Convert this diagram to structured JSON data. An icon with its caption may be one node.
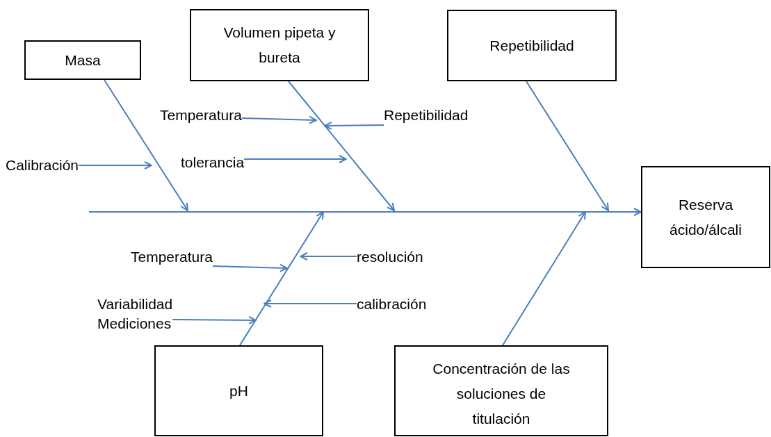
{
  "diagram": {
    "nodes": [
      {
        "text": [
          "Masa"
        ]
      },
      {
        "text": [
          "Volumen pipeta y bureta"
        ]
      },
      {
        "text": [
          "Repetibilidad"
        ]
      },
      {
        "text": [
          "Reserva ácido/álcali"
        ]
      },
      {
        "text": [
          "pH"
        ]
      },
      {
        "text": [
          "Concentración de las soluciones de titulación"
        ]
      },
      {
        "text": [
          "Calibración"
        ]
      },
      {
        "text": [
          "tolerancia"
        ]
      },
      {
        "text": [
          "Temperatura"
        ]
      },
      {
        "text": [
          "Repetibilidad"
        ]
      },
      {
        "text": [
          "Temperatura"
        ]
      },
      {
        "text": [
          "resolución"
        ]
      },
      {
        "text": [
          "Variabilidad Mediciones"
        ]
      },
      {
        "text": [
          "calibración"
        ]
      }
    ],
    "edges": [
      {
        "from": null,
        "to": 3,
        "arrow": "to"
      },
      {
        "from": 0,
        "to": null,
        "arrow": "to"
      },
      {
        "from": 1,
        "to": null,
        "arrow": "to"
      },
      {
        "from": 2,
        "to": null,
        "arrow": "to"
      },
      {
        "from": 4,
        "to": null,
        "arrow": "to"
      },
      {
        "from": 5,
        "to": null,
        "arrow": "to"
      },
      {
        "from": 6,
        "to": null,
        "arrow": "to"
      },
      {
        "from": 7,
        "to": null,
        "arrow": "to"
      },
      {
        "from": 8,
        "to": null,
        "arrow": "to"
      },
      {
        "from": 9,
        "to": null,
        "arrow": "to"
      },
      {
        "from": 10,
        "to": null,
        "arrow": "to"
      },
      {
        "from": 11,
        "to": null,
        "arrow": "to"
      },
      {
        "from": 12,
        "to": null,
        "arrow": "to"
      },
      {
        "from": 13,
        "to": null,
        "arrow": "to"
      }
    ]
  }
}
